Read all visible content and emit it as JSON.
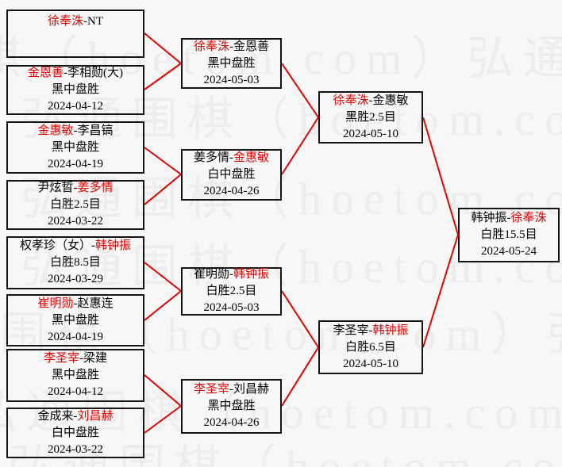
{
  "watermark": {
    "text": "弘通围棋（hoetom.com）",
    "row": "弘通围棋（hoetom.com）弘通围棋（hoetom.com）"
  },
  "colors": {
    "line": "#e60000",
    "winner_name": "#e60000",
    "text": "#000000",
    "border": "#151515",
    "watermark": "#eeecec",
    "background": "#f8f7f7"
  },
  "rounds": {
    "r1": [
      {
        "a": "徐奉洙",
        "b": "-NT",
        "result": "",
        "date": "",
        "winner": "徐奉洙"
      },
      {
        "a": "金恩善",
        "b": "-李相勋(大)",
        "result": "黑中盘胜",
        "date": "2024-04-12",
        "winner": "金恩善"
      },
      {
        "a": "金惠敏",
        "b": "-李昌镐",
        "result": "黑中盘胜",
        "date": "2024-04-19",
        "winner": "金惠敏"
      },
      {
        "a": "尹炫晢-",
        "b": "姜多情",
        "result": "白胜2.5目",
        "date": "2024-03-22",
        "winner": "姜多情"
      },
      {
        "a": "权孝珍（女）-",
        "b": "韩钟振",
        "result": "白胜8.5目",
        "date": "2024-03-29",
        "winner": "韩钟振"
      },
      {
        "a": "崔明勋",
        "b": "-赵惠连",
        "result": "黑中盘胜",
        "date": "2024-04-19",
        "winner": "崔明勋"
      },
      {
        "a": "李圣宰",
        "b": "-梁建",
        "result": "黑中盘胜",
        "date": "2024-04-12",
        "winner": "李圣宰"
      },
      {
        "a": "金成来-",
        "b": "刘昌赫",
        "result": "白中盘胜",
        "date": "2024-03-22",
        "winner": "刘昌赫"
      }
    ],
    "r2": [
      {
        "a": "徐奉洙",
        "b": "-金恩善",
        "result": "黑中盘胜",
        "date": "2024-05-03",
        "winner": "徐奉洙"
      },
      {
        "a": "姜多情-",
        "b": "金惠敏",
        "result": "白中盘胜",
        "date": "2024-04-26",
        "winner": "金惠敏"
      },
      {
        "a": "崔明勋-",
        "b": "韩钟振",
        "result": "白胜2.5目",
        "date": "2024-05-03",
        "winner": "韩钟振"
      },
      {
        "a": "李圣宰",
        "b": "-刘昌赫",
        "result": "黑中盘胜",
        "date": "2024-04-26",
        "winner": "李圣宰"
      }
    ],
    "r3": [
      {
        "a": "徐奉洙",
        "b": "-金惠敏",
        "result": "黑胜2.5目",
        "date": "2024-05-10",
        "winner": "徐奉洙"
      },
      {
        "a": "李圣宰-",
        "b": "韩钟振",
        "result": "白胜6.5目",
        "date": "2024-05-10",
        "winner": "韩钟振"
      }
    ],
    "final": [
      {
        "a": "韩钟振-",
        "b": "徐奉洙",
        "result": "白胜15.5目",
        "date": "2024-05-24",
        "winner": "徐奉洙"
      }
    ]
  },
  "connections": [
    [
      182,
      42,
      228,
      80
    ],
    [
      182,
      113,
      228,
      80
    ],
    [
      182,
      186,
      228,
      220
    ],
    [
      182,
      258,
      228,
      220
    ],
    [
      182,
      331,
      228,
      367
    ],
    [
      182,
      404,
      228,
      367
    ],
    [
      182,
      473,
      228,
      512
    ],
    [
      182,
      546,
      228,
      512
    ],
    [
      355,
      80,
      401,
      148
    ],
    [
      355,
      220,
      401,
      148
    ],
    [
      355,
      367,
      401,
      438
    ],
    [
      355,
      512,
      401,
      438
    ],
    [
      533,
      148,
      577,
      296
    ],
    [
      533,
      438,
      577,
      296
    ]
  ]
}
